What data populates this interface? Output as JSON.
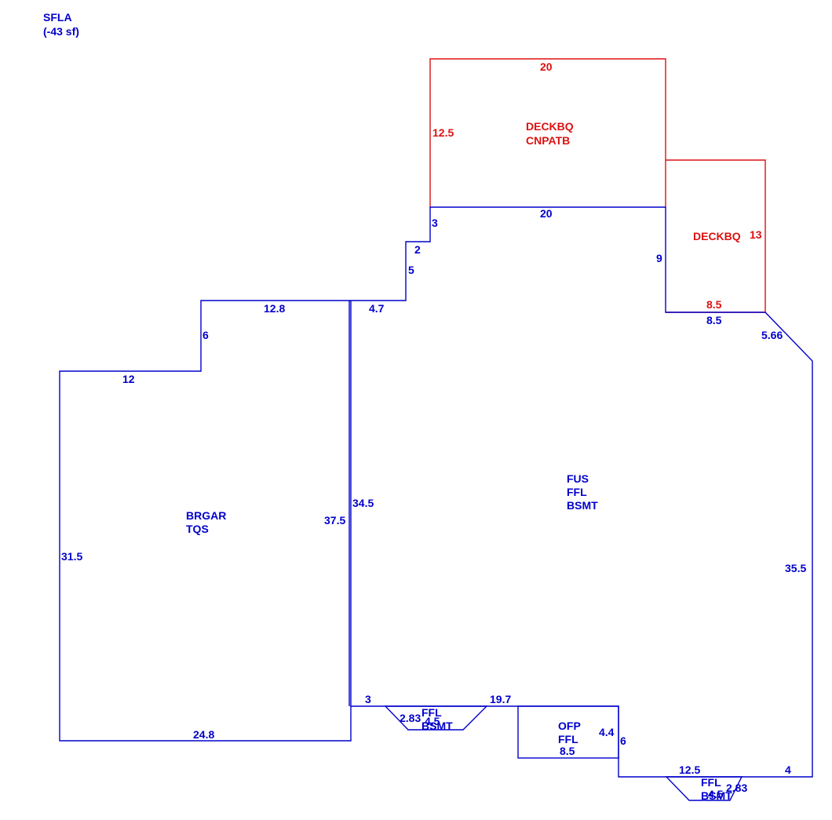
{
  "header": {
    "line1": "SFLA",
    "line2": "(-43 sf)"
  },
  "colors": {
    "main": "#0000cc",
    "deck": "#dd1111"
  },
  "areas": {
    "deck_top": [
      "DECKBQ",
      "CNPATB"
    ],
    "deck_right": "DECKBQ",
    "garage": [
      "BRGAR",
      "TQS"
    ],
    "house": [
      "FUS",
      "FFL",
      "BSMT"
    ],
    "porch": [
      "OFP",
      "FFL"
    ],
    "bay_left": [
      "FFL",
      "BSMT"
    ],
    "bay_right": [
      "FFL",
      "BSMT"
    ]
  },
  "dimensions": {
    "deck_top_width": "20",
    "deck_top_depth": "12.5",
    "deck_right_depth": "13",
    "deck_right_width": "8.5",
    "house_back_width": "20",
    "step_3": "3",
    "step_2": "2",
    "step_5": "5",
    "step_4_7": "4.7",
    "right_notch_9": "9",
    "right_notch_8_5": "8.5",
    "corner_5_66": "5.66",
    "right_side": "35.5",
    "garage_top": "12.8",
    "garage_step_6": "6",
    "garage_step_12": "12",
    "garage_left": "31.5",
    "garage_bottom": "24.8",
    "garage_right": "37.5",
    "house_left": "34.5",
    "front_3": "3",
    "front_19_7": "19.7",
    "bay_left_side": "2.83",
    "bay_left_width": "4.5",
    "porch_4_4": "4.4",
    "porch_6": "6",
    "porch_8_5": "8.5",
    "front_12_5": "12.5",
    "front_4": "4",
    "bay_right_side": "2.83",
    "bay_right_width": "4.5"
  }
}
